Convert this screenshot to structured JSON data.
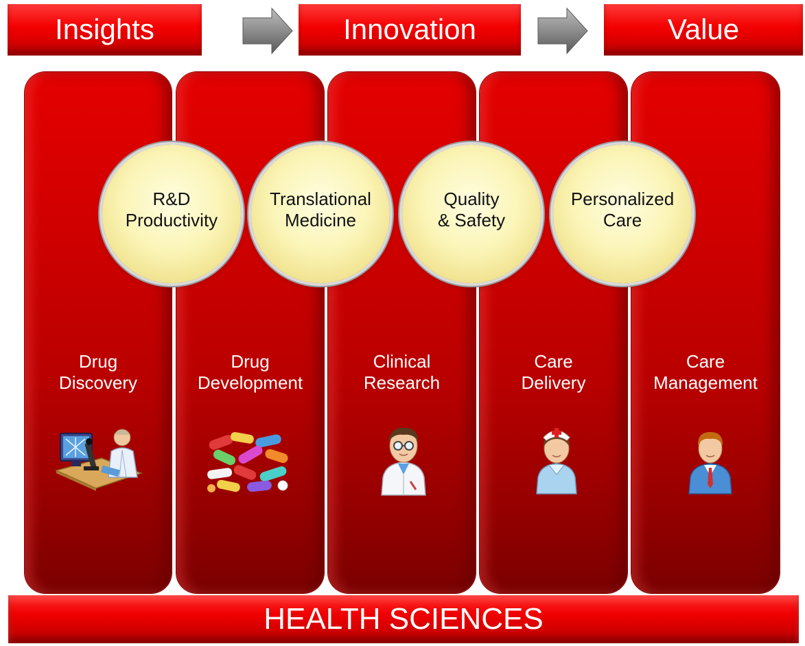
{
  "header": {
    "stages": [
      {
        "label": "Insights"
      },
      {
        "label": "Innovation"
      },
      {
        "label": "Value"
      }
    ],
    "arrow_icon": "right-arrow-icon"
  },
  "pillars": [
    {
      "label": "Drug\nDiscovery",
      "icon": "scientist-microscope-icon"
    },
    {
      "label": "Drug\nDevelopment",
      "icon": "pills-capsules-icon"
    },
    {
      "label": "Clinical\nResearch",
      "icon": "doctor-icon"
    },
    {
      "label": "Care\nDelivery",
      "icon": "nurse-icon"
    },
    {
      "label": "Care\nManagement",
      "icon": "businessman-icon"
    }
  ],
  "circles": [
    {
      "label": "R&D\nProductivity"
    },
    {
      "label": "Translational\nMedicine"
    },
    {
      "label": "Quality\n& Safety"
    },
    {
      "label": "Personalized\nCare"
    }
  ],
  "footer": {
    "label": "HEALTH SCIENCES"
  },
  "colors": {
    "primary_red": "#e00000",
    "dark_red": "#7a0000",
    "circle_fill": "#fbf5b8",
    "arrow_gray": "#8c8c8c",
    "text_light": "#ffffff",
    "text_dark": "#111111"
  }
}
